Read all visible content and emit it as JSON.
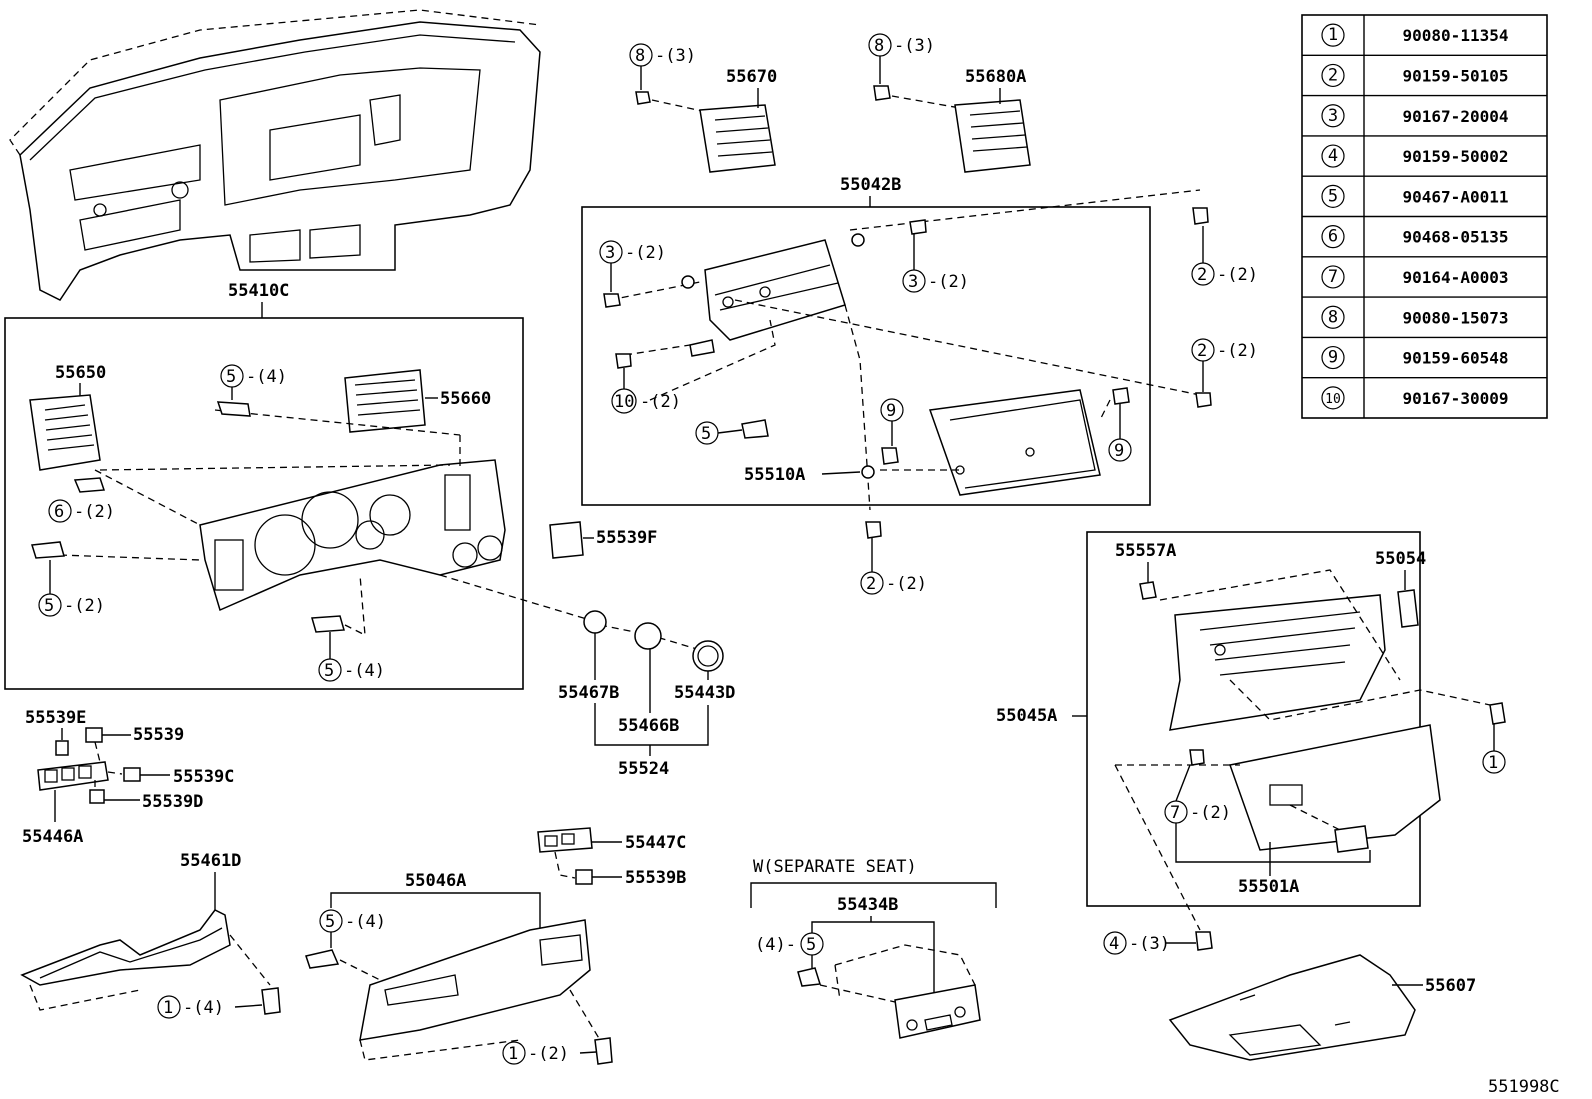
{
  "part_labels": {
    "p55410C": "55410C",
    "p55670": "55670",
    "p55680A": "55680A",
    "p55042B": "55042B",
    "p55650": "55650",
    "p55660": "55660",
    "p55539F": "55539F",
    "p55510A": "55510A",
    "p55557A": "55557A",
    "p55054": "55054",
    "p55045A": "55045A",
    "p55501A": "55501A",
    "p55467B": "55467B",
    "p55443D": "55443D",
    "p55466B": "55466B",
    "p55524": "55524",
    "p55539E": "55539E",
    "p55539": "55539",
    "p55539C": "55539C",
    "p55539D": "55539D",
    "p55446A": "55446A",
    "p55461D": "55461D",
    "p55046A": "55046A",
    "p55447C": "55447C",
    "p55539B": "55539B",
    "p55434B": "55434B",
    "p55607": "55607"
  },
  "callouts": {
    "c1": {
      "num": "8",
      "qty": "-(3)"
    },
    "c2": {
      "num": "8",
      "qty": "-(3)"
    },
    "c3": {
      "num": "3",
      "qty": "-(2)"
    },
    "c4": {
      "num": "3",
      "qty": "-(2)"
    },
    "c5": {
      "num": "2",
      "qty": "-(2)"
    },
    "c6": {
      "num": "2",
      "qty": "-(2)"
    },
    "c7": {
      "num": "10",
      "qty": "-(2)"
    },
    "c8": {
      "num": "5",
      "qty": ""
    },
    "c9": {
      "num": "9",
      "qty": ""
    },
    "c10": {
      "num": "9",
      "qty": ""
    },
    "c11": {
      "num": "2",
      "qty": "-(2)"
    },
    "c12": {
      "num": "5",
      "qty": "-(4)"
    },
    "c13": {
      "num": "6",
      "qty": "-(2)"
    },
    "c14": {
      "num": "5",
      "qty": "-(2)"
    },
    "c15": {
      "num": "5",
      "qty": "-(4)"
    },
    "c16": {
      "num": "1",
      "qty": ""
    },
    "c17": {
      "num": "7",
      "qty": "-(2)"
    },
    "c18": {
      "num": "4",
      "qty": "-(3)"
    },
    "c19": {
      "num": "1",
      "qty": "-(4)"
    },
    "c20": {
      "num": "5",
      "qty": "-(4)"
    },
    "c21": {
      "num": "1",
      "qty": "-(2)"
    },
    "c22": {
      "num": "5",
      "qty": "",
      "prefix": "(4)-"
    }
  },
  "variant_note": "W(SEPARATE SEAT)",
  "reference_table": [
    {
      "idx": "1",
      "part": "90080-11354"
    },
    {
      "idx": "2",
      "part": "90159-50105"
    },
    {
      "idx": "3",
      "part": "90167-20004"
    },
    {
      "idx": "4",
      "part": "90159-50002"
    },
    {
      "idx": "5",
      "part": "90467-A0011"
    },
    {
      "idx": "6",
      "part": "90468-05135"
    },
    {
      "idx": "7",
      "part": "90164-A0003"
    },
    {
      "idx": "8",
      "part": "90080-15073"
    },
    {
      "idx": "9",
      "part": "90159-60548"
    },
    {
      "idx": "10",
      "part": "90167-30009"
    }
  ],
  "diagram_code": "551998C"
}
